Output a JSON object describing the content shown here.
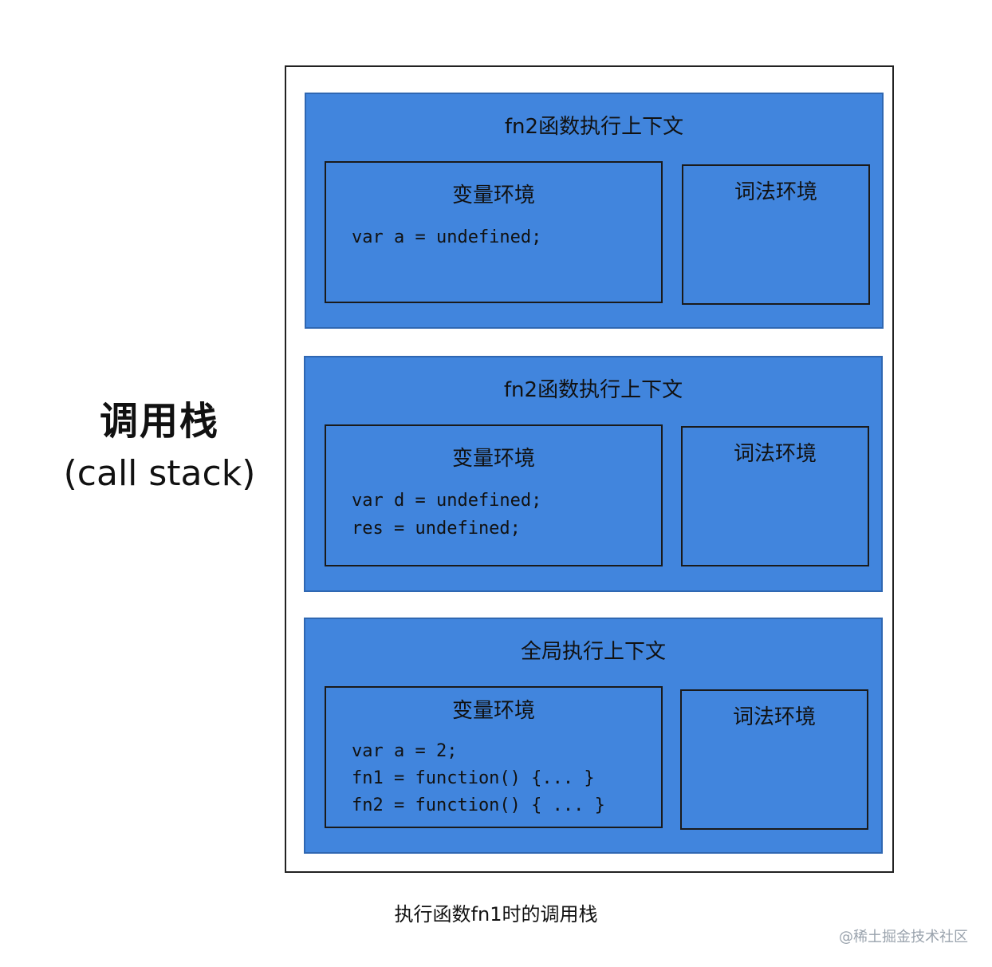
{
  "call_stack_label": {
    "cn": "调用栈",
    "en": "(call stack)"
  },
  "contexts": [
    {
      "title": "fn2函数执行上下文",
      "variable_env": {
        "title": "变量环境",
        "lines": [
          "var a = undefined;"
        ]
      },
      "lexical_env": {
        "title": "词法环境"
      }
    },
    {
      "title": "fn2函数执行上下文",
      "variable_env": {
        "title": "变量环境",
        "lines": [
          "var d = undefined;",
          "res = undefined;"
        ]
      },
      "lexical_env": {
        "title": "词法环境"
      }
    },
    {
      "title": "全局执行上下文",
      "variable_env": {
        "title": "变量环境",
        "lines": [
          "var a = 2;",
          "fn1 = function() {... }",
          "fn2 = function() { ... }"
        ]
      },
      "lexical_env": {
        "title": "词法环境"
      }
    }
  ],
  "caption": "执行函数fn1时的调用栈",
  "watermark": "@稀土掘金技术社区",
  "colors": {
    "context_fill": "#4185dd",
    "context_border": "#2f67b2",
    "frame_border": "#222222"
  }
}
